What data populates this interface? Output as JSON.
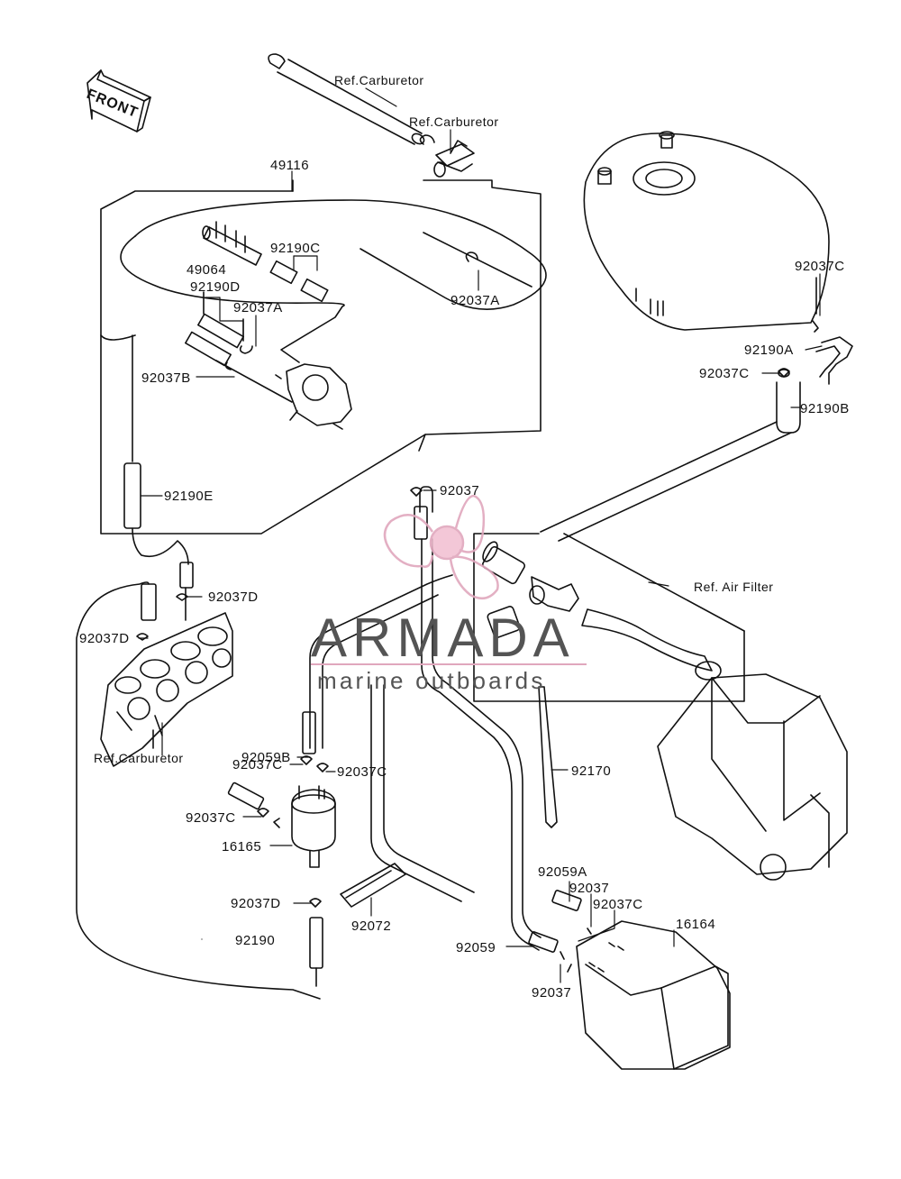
{
  "watermark": {
    "brand": "ARMADA",
    "tagline": "marine outboards",
    "accent_color": "#e0a7bd",
    "text_color": "#545454"
  },
  "front_marker": "FRONT",
  "reference_labels": {
    "carb_top_1": "Ref.Carburetor",
    "carb_top_2": "Ref.Carburetor",
    "air_filter": "Ref. Air Filter",
    "carb_bottom": "Ref.Carburetor"
  },
  "part_labels": {
    "p49116": "49116",
    "p49064": "49064",
    "p92190C": "92190C",
    "p92190D": "92190D",
    "p92037A_left": "92037A",
    "p92037A_right": "92037A",
    "p92037B": "92037B",
    "p92190E": "92190E",
    "p92037D_upper": "92037D",
    "p92037D_left": "92037D",
    "p92037_center": "92037",
    "p92037C_tank": "92037C",
    "p92190A": "92190A",
    "p92037C_right": "92037C",
    "p92190B": "92190B",
    "p92059B": "92059B",
    "p92037C_mid1": "92037C",
    "p92037C_mid2": "92037C",
    "p92037C_low": "92037C",
    "p16165": "16165",
    "p92037D_low": "92037D",
    "p92190": "92190",
    "p92072": "92072",
    "p92170": "92170",
    "p92059A": "92059A",
    "p92037_low": "92037",
    "p92037C_can": "92037C",
    "p16164": "16164",
    "p92059": "92059",
    "p92037_bottom": "92037"
  }
}
